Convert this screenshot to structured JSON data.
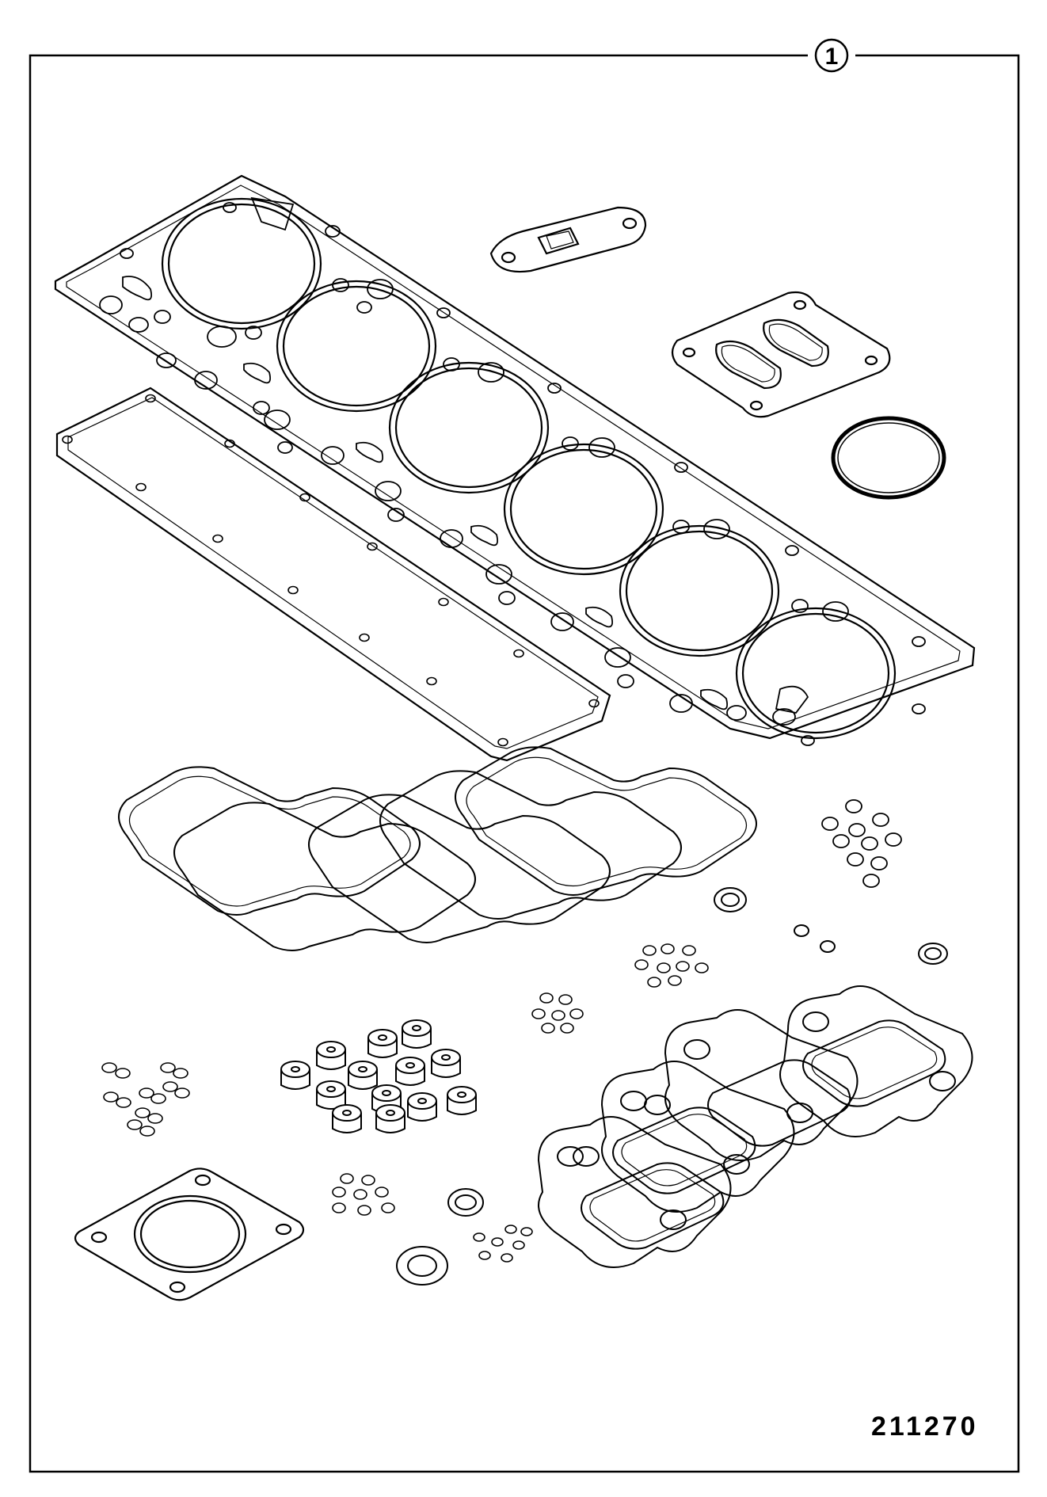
{
  "callout": {
    "label": "1"
  },
  "figure": {
    "number": "211270"
  },
  "parts": [
    "cylinder-head-gasket",
    "valve-cover-gasket",
    "exhaust-flange-gasket",
    "turbo-flange-gasket",
    "o-ring",
    "rocker-cover-gaskets",
    "exhaust-manifold-gaskets",
    "valve-stem-seals",
    "sealing-washers",
    "banjo-washers",
    "hollow-screws",
    "square-flange-gasket"
  ]
}
